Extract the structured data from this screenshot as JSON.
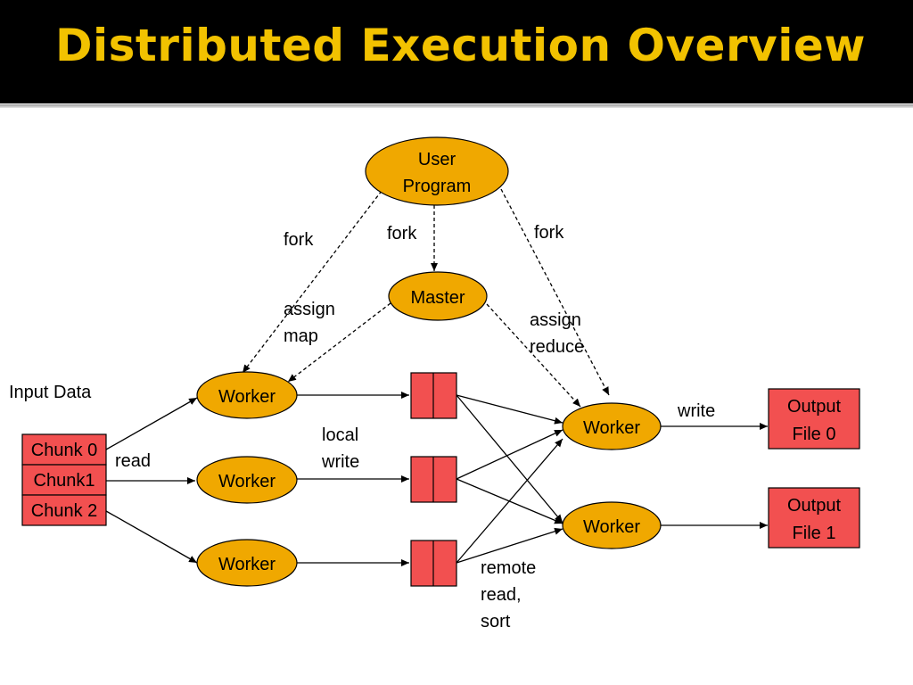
{
  "title": "Distributed Execution Overview",
  "colors": {
    "title": "#f2c200",
    "node_fill": "#f0a800",
    "box_fill": "#f25050",
    "background": "#ffffff",
    "header": "#000000"
  },
  "nodes": {
    "user_program": [
      "User",
      "Program"
    ],
    "master": "Master",
    "worker_map_1": "Worker",
    "worker_map_2": "Worker",
    "worker_map_3": "Worker",
    "worker_reduce_1": "Worker",
    "worker_reduce_2": "Worker"
  },
  "input": {
    "label": "Input Data",
    "chunks": [
      "Chunk 0",
      "Chunk1",
      "Chunk 2"
    ]
  },
  "outputs": [
    [
      "Output",
      "File 0"
    ],
    [
      "Output",
      "File 1"
    ]
  ],
  "edge_labels": {
    "fork_left": "fork",
    "fork_mid": "fork",
    "fork_right": "fork",
    "assign_map": [
      "assign",
      "map"
    ],
    "assign_reduce": [
      "assign",
      "reduce"
    ],
    "read": "read",
    "local_write": [
      "local",
      "write"
    ],
    "write": "write",
    "remote_read_sort": [
      "remote",
      "read,",
      "sort"
    ]
  }
}
